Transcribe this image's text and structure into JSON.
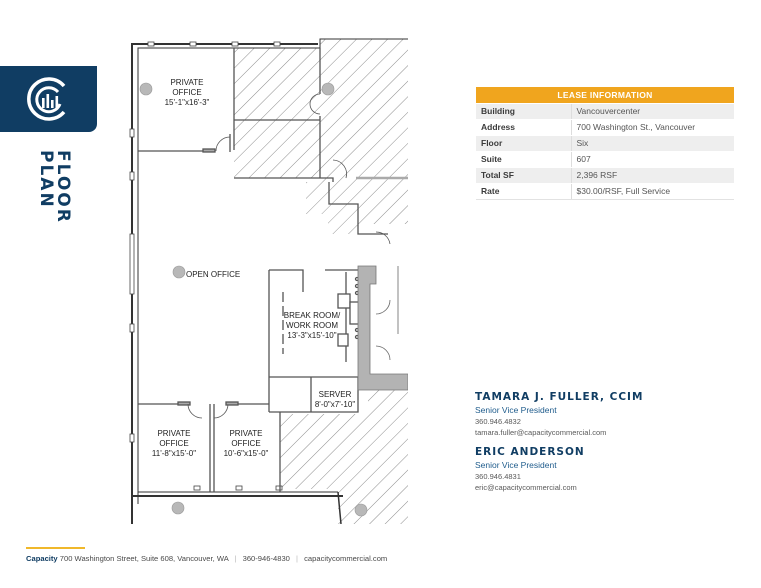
{
  "document": {
    "title_vertical": "FLOOR\nPLAN",
    "logo_icon": "capacity-logo-icon",
    "colors": {
      "brand_navy": "#103d63",
      "accent_gold": "#f0a51e",
      "hatch": "#888888"
    }
  },
  "floor_plan": {
    "rooms": [
      {
        "name": "PRIVATE",
        "name2": "OFFICE",
        "dims": "15'-1\"x16'-3\""
      },
      {
        "name": "OPEN OFFICE"
      },
      {
        "name": "BREAK ROOM/",
        "name2": "WORK ROOM",
        "dims": "13'-3\"x15'-10\""
      },
      {
        "name": "SERVER",
        "dims": "8'-0\"x7'-10\""
      },
      {
        "name": "PRIVATE",
        "name2": "OFFICE",
        "dims": "11'-8\"x15'-0\""
      },
      {
        "name": "PRIVATE",
        "name2": "OFFICE",
        "dims": "10'-6\"x15'-0\""
      }
    ]
  },
  "lease_info": {
    "header": "LEASE INFORMATION",
    "rows": [
      {
        "label": "Building",
        "value": "Vancouvercenter"
      },
      {
        "label": "Address",
        "value": "700 Washington St., Vancouver"
      },
      {
        "label": "Floor",
        "value": "Six"
      },
      {
        "label": "Suite",
        "value": "607"
      },
      {
        "label": "Total SF",
        "value": "2,396 RSF"
      },
      {
        "label": "Rate",
        "value": "$30.00/RSF, Full Service"
      }
    ]
  },
  "contacts": [
    {
      "name": "TAMARA J. FULLER, CCIM",
      "title": "Senior Vice President",
      "phone": "360.946.4832",
      "email": "tamara.fuller@capacitycommercial.com"
    },
    {
      "name": "ERIC ANDERSON",
      "title": "Senior Vice President",
      "phone": "360.946.4831",
      "email": "eric@capacitycommercial.com"
    }
  ],
  "footer": {
    "brand": "Capacity",
    "address": "700 Washington Street, Suite 608, Vancouver, WA",
    "phone": "360-946-4830",
    "website": "capacitycommercial.com",
    "separator": "|"
  }
}
